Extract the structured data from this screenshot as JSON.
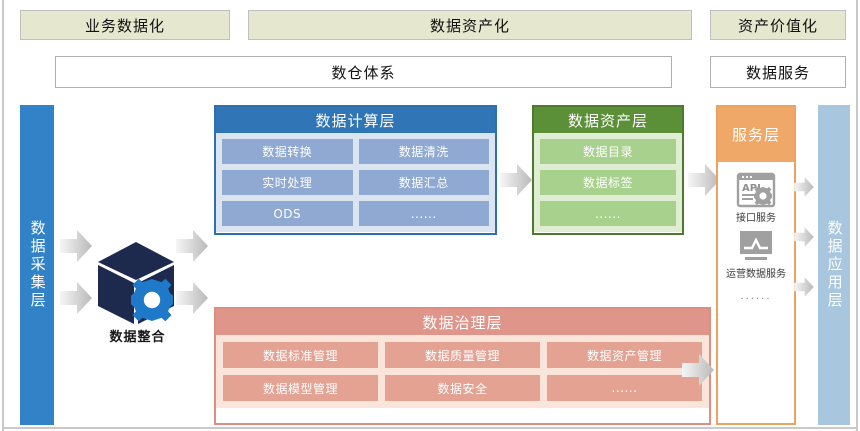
{
  "banners": [
    {
      "label": "业务数据化",
      "name": "banner-business-datafication"
    },
    {
      "label": "数据资产化",
      "name": "banner-data-assetization"
    },
    {
      "label": "资产价值化",
      "name": "banner-asset-valorization"
    }
  ],
  "subbars": [
    {
      "label": "数仓体系",
      "name": "subbar-warehouse-system"
    },
    {
      "label": "数据服务",
      "name": "subbar-data-service"
    }
  ],
  "columns": {
    "collect": {
      "label": "数据采集层",
      "color": "#3282c8"
    },
    "application": {
      "label": "数据应用层",
      "color": "#a8c6de"
    }
  },
  "integration": {
    "label": "数据整合",
    "icon": "cube-gear-icon"
  },
  "layers": {
    "compute": {
      "title": "数据计算层",
      "header_color": "#3075b5",
      "chip_color": "#8fa9d2",
      "items": [
        "数据转换",
        "数据清洗",
        "实时处理",
        "数据汇总",
        "ODS",
        "......"
      ]
    },
    "asset": {
      "title": "数据资产层",
      "header_color": "#5b8f38",
      "chip_color": "#a8d18d",
      "items": [
        "数据目录",
        "数据标签",
        "......"
      ]
    },
    "governance": {
      "title": "数据治理层",
      "header_color": "#e0958a",
      "chip_color": "#e4a293",
      "items": [
        "数据标准管理",
        "数据质量管理",
        "数据资产管理",
        "数据模型管理",
        "数据安全",
        "......"
      ]
    },
    "service": {
      "title": "服务层",
      "header_color": "#f0a868",
      "items": [
        {
          "label": "接口服务",
          "icon": "api-window-icon"
        },
        {
          "label": "运营数据服务",
          "icon": "monitor-chart-icon"
        }
      ],
      "more": "......"
    }
  }
}
